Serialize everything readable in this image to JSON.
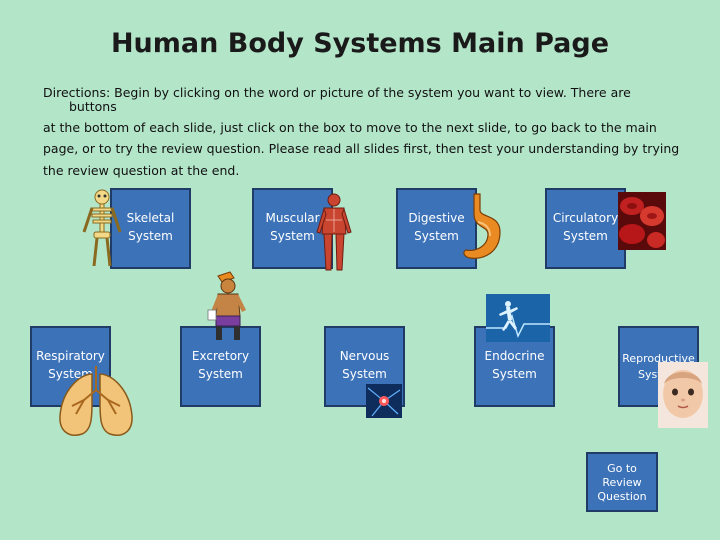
{
  "page": {
    "title": "Human Body Systems Main Page",
    "directions": {
      "line1": "Directions: Begin by clicking on the word or picture of the system you want to view. There are",
      "line2": "buttons",
      "line3": "at the bottom of each slide, just click on the box to move to the next slide, to go back to the main",
      "line4": "page, or to try the review question. Please read all slides first, then test your understanding by trying",
      "line5": "the review question at the end."
    }
  },
  "systems": {
    "skeletal": {
      "line1": "Skeletal",
      "line2": "System"
    },
    "muscular": {
      "line1": "Muscular",
      "line2": "System"
    },
    "digestive": {
      "line1": "Digestive",
      "line2": "System"
    },
    "circulatory": {
      "line1": "Circulatory",
      "line2": "System"
    },
    "respiratory": {
      "line1": "Respiratory",
      "line2": "System"
    },
    "excretory": {
      "line1": "Excretory",
      "line2": "System"
    },
    "nervous": {
      "line1": "Nervous",
      "line2": "System"
    },
    "endocrine": {
      "line1": "Endocrine",
      "line2": "System"
    },
    "reproductive": {
      "line1": "Reproductive",
      "line2": "System"
    }
  },
  "review": {
    "line1": "Go to",
    "line2": "Review",
    "line3": "Question"
  },
  "colors": {
    "background": "#b3e5c9",
    "button": "#3c72b8",
    "button_border": "#1f3b66"
  },
  "icons": [
    "skeleton-icon",
    "muscle-figure-icon",
    "stomach-icon",
    "blood-cells-icon",
    "lungs-icon",
    "kidney-figure-icon",
    "neuron-icon",
    "runner-pulse-icon",
    "baby-icon"
  ]
}
